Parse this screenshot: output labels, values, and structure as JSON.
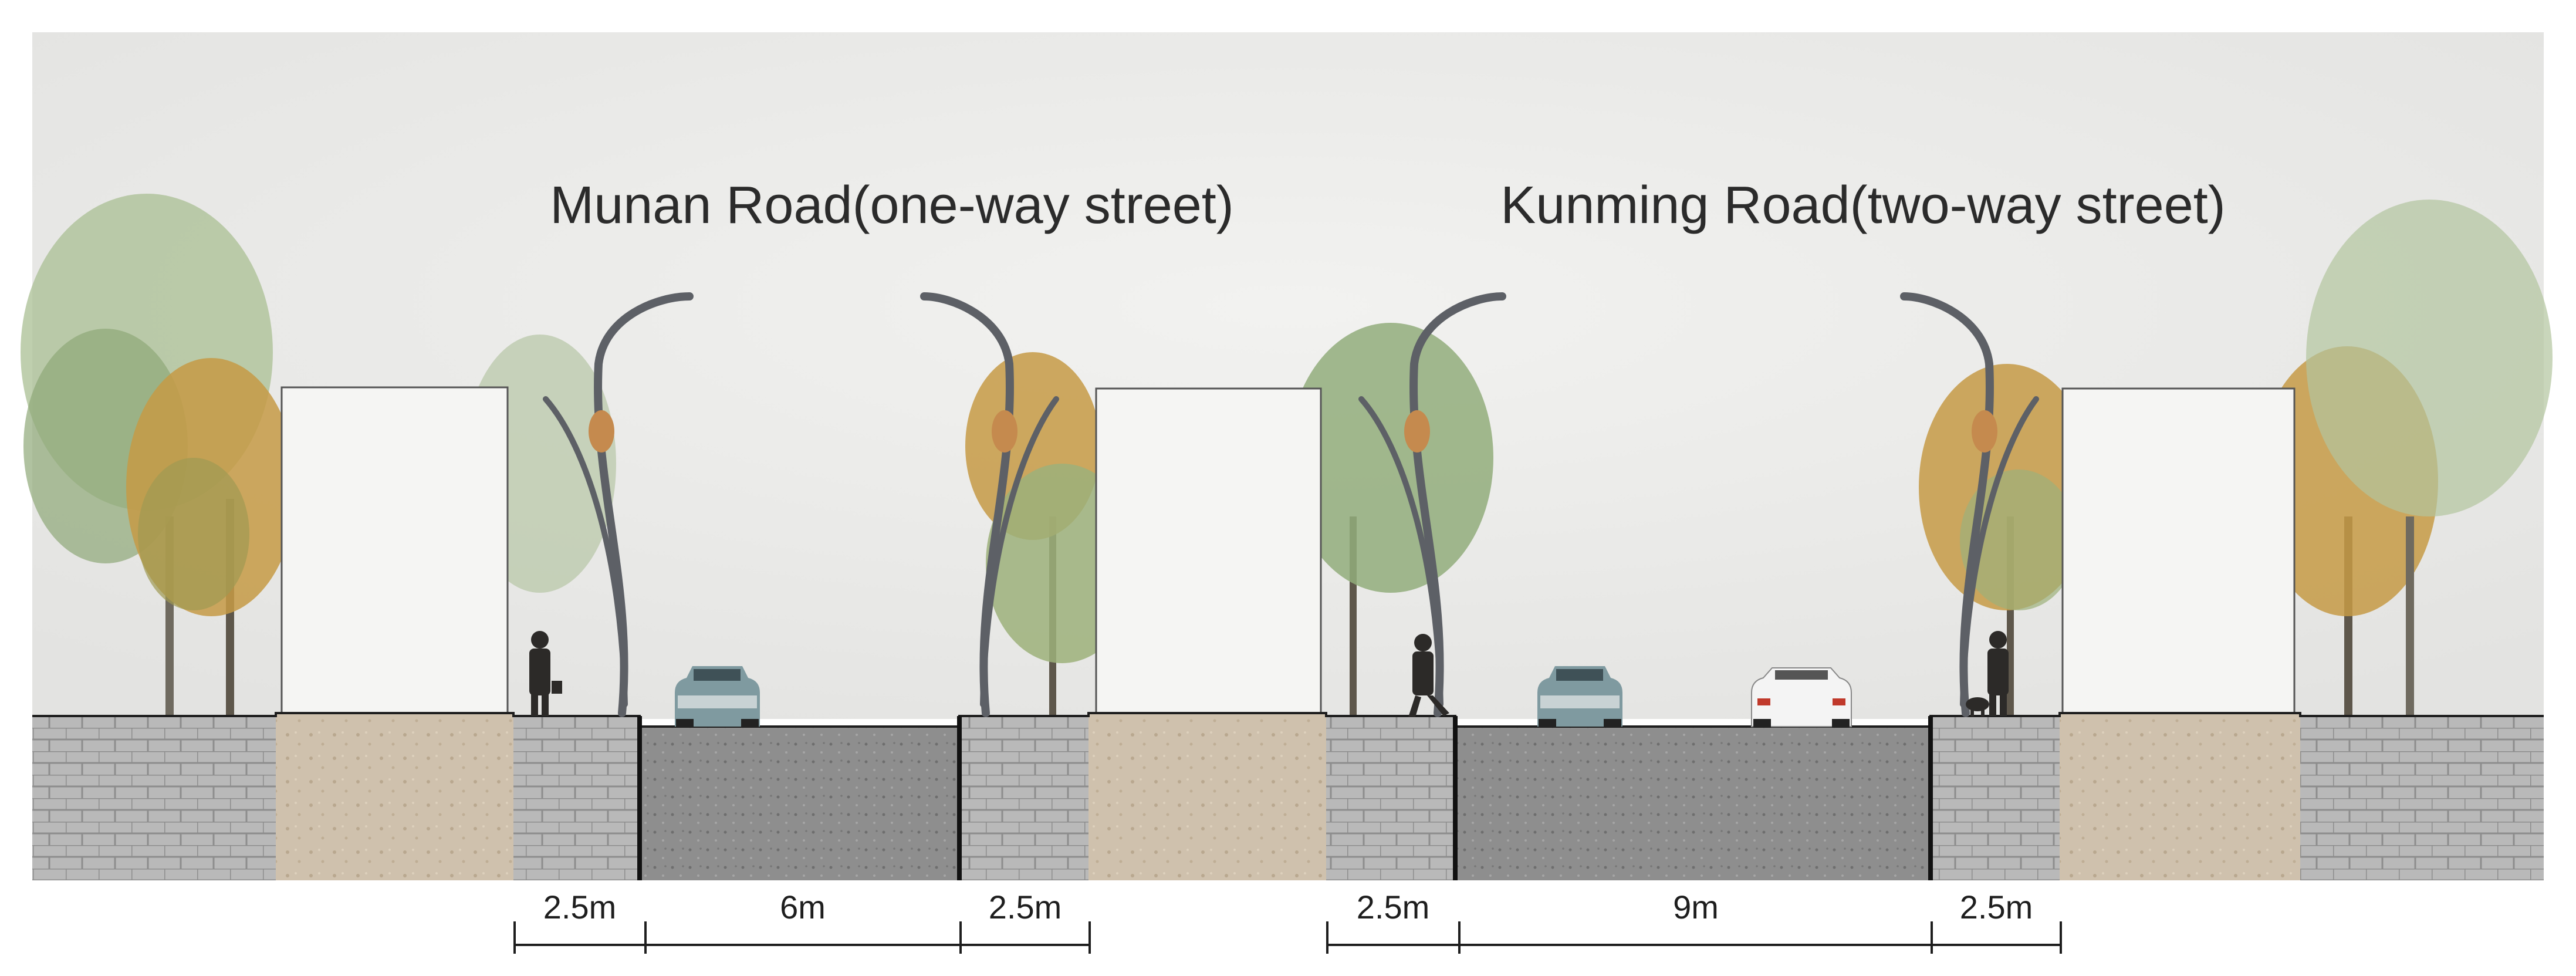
{
  "titles": {
    "munan": "Munan Road(one-way street)",
    "kunming": "Kunming Road(two-way street)"
  },
  "dimensions": {
    "munan": [
      "2.5m",
      "6m",
      "2.5m"
    ],
    "kunming": [
      "2.5m",
      "9m",
      "2.5m"
    ]
  },
  "colors": {
    "sky": "#ededeb",
    "paving": "#b9b9b9",
    "soil": "#cfc1ad",
    "asphalt": "#8e8e8e",
    "foliage_green": "#9fb58a",
    "foliage_autumn": "#c79a3e",
    "ink": "#1e1e1e"
  }
}
